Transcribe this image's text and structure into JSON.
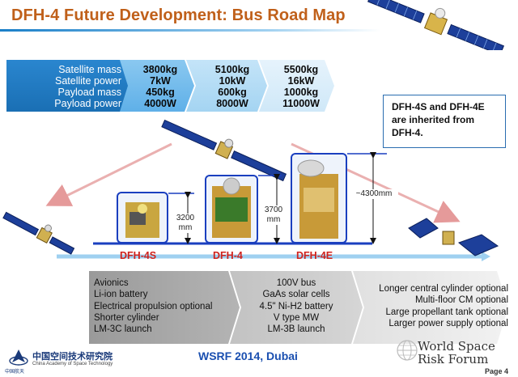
{
  "title": "DFH-4 Future Development: Bus Road Map",
  "parameters": {
    "labels": [
      "Satellite mass",
      "Satellite power",
      "Payload mass",
      "Payload power"
    ],
    "columns": [
      {
        "values": [
          "3800kg",
          "7kW",
          "450kg",
          "4000W"
        ]
      },
      {
        "values": [
          "5100kg",
          "10kW",
          "600kg",
          "8000W"
        ]
      },
      {
        "values": [
          "5500kg",
          "16kW",
          "1000kg",
          "11000W"
        ]
      }
    ]
  },
  "note": "DFH-4S and DFH-4E are inherited from DFH-4.",
  "buses": {
    "names": [
      "DFH-4S",
      "DFH-4",
      "DFH-4E"
    ],
    "heights": [
      "3200 mm",
      "3700 mm",
      "~4300mm"
    ]
  },
  "features": {
    "col1": [
      "Avionics",
      "Li-ion battery",
      "Electrical propulsion optional",
      "Shorter cylinder",
      "LM-3C launch"
    ],
    "col2": [
      "100V bus",
      "GaAs solar cells",
      "4.5\" Ni-H2 battery",
      "V type MW",
      "LM-3B launch"
    ],
    "col3": [
      "Longer central cylinder optional",
      "Multi-floor  CM optional",
      "Large propellant tank optional",
      "Larger power supply optional"
    ]
  },
  "footer": {
    "org_cn": "中国空间技术研究院",
    "org_en": "China Academy of Space Technology",
    "logo_small": "中国航天",
    "event": "WSRF 2014, Dubai",
    "wsrf_line1": "World Space",
    "wsrf_line2": "Risk Forum",
    "page": "Page 4"
  },
  "colors": {
    "title": "#c0601a",
    "accent": "#1a7fc8",
    "bus_label": "#d0221c",
    "band_dark": "#9e9e9e",
    "band_light": "#e8e8e8"
  },
  "icons": [
    "satellite-icon",
    "cast-logo-icon",
    "wsrf-globe-icon",
    "dimension-arrow-icon"
  ]
}
